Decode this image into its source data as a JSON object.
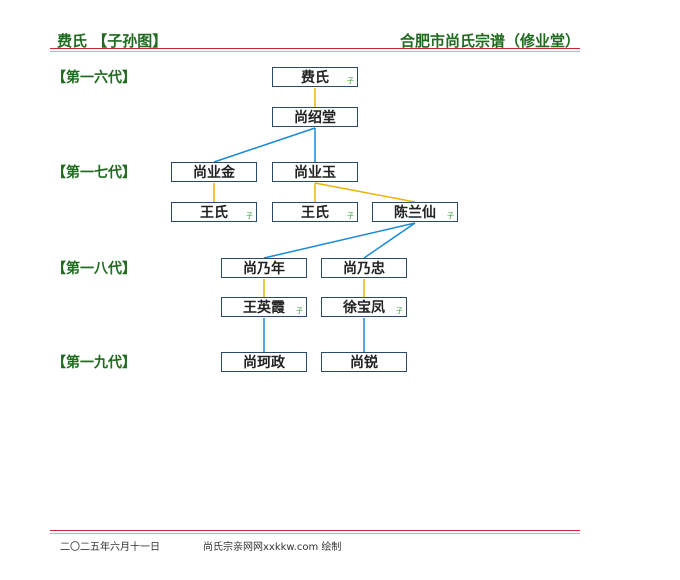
{
  "header": {
    "left": "费氏 【子孙图】",
    "right": "合肥市尚氏宗谱（修业堂）"
  },
  "generations": [
    "【第一六代】",
    "【第一七代】",
    "【第一八代】",
    "【第一九代】"
  ],
  "nodes": {
    "fei": "费氏",
    "shaotang": "尚绍堂",
    "yejin": "尚业金",
    "yeyu": "尚业玉",
    "wang1": "王氏",
    "wang2": "王氏",
    "chen": "陈兰仙",
    "nainian": "尚乃年",
    "naizhong": "尚乃忠",
    "wangyingxia": "王英霞",
    "xubaofeng": "徐宝凤",
    "kezheng": "尚珂政",
    "rui": "尚锐"
  },
  "node_mark": "子",
  "footer": {
    "date": "二〇二五年六月十一日",
    "source": "尚氏宗亲网网xxkkw.com 绘制"
  },
  "colors": {
    "header_green": "#1f6b1f",
    "rule_red": "#c8282d",
    "node_border": "#2b4a6b",
    "spouse_link": "#e8b400",
    "child_link": "#1a8ad4"
  }
}
